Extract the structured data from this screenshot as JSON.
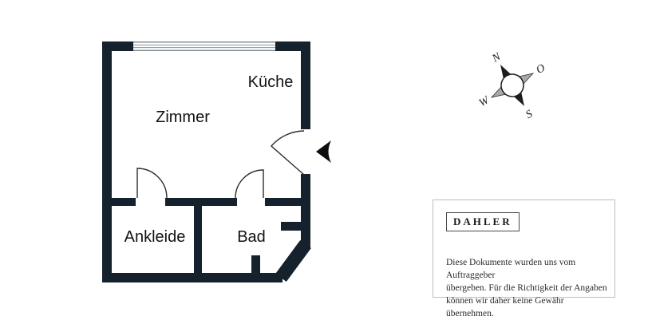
{
  "colors": {
    "wall": "#16212e",
    "door": "#2e2e2e",
    "label": "#121212",
    "window-line": "#8a939e",
    "panel-border": "#bdbdbd",
    "logo-border": "#4a4a4a",
    "text": "#2b2b2b",
    "compass": "#1c1c1c",
    "compass-gray": "#a9a9a9"
  },
  "floorplan": {
    "rooms": [
      {
        "label": "Küche"
      },
      {
        "label": "Zimmer"
      },
      {
        "label": "Ankleide"
      },
      {
        "label": "Bad"
      }
    ]
  },
  "compass": {
    "north": "N",
    "east": "O",
    "south": "S",
    "west": "W"
  },
  "panel": {
    "brand": "DAHLER",
    "disclaimer": "Diese Dokumente wurden uns vom Auftraggeber\nübergeben. Für die Richtigkeit der Angaben\nkönnen wir daher keine Gewähr übernehmen."
  }
}
